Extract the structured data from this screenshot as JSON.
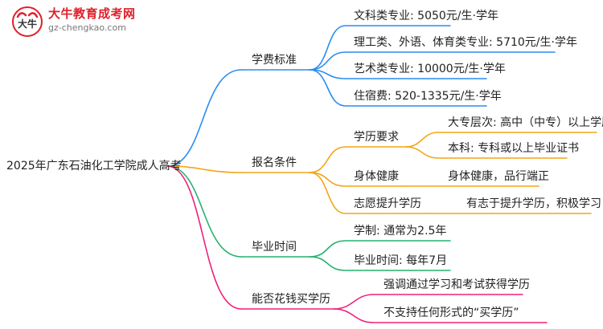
{
  "logo": {
    "mark_text": "大牛",
    "title": "大牛教育成考网",
    "url": "gz-chengkao.com"
  },
  "colors": {
    "blue": "#2b8cf0",
    "orange": "#f2a516",
    "green": "#27b26f",
    "pink": "#f0207a"
  },
  "mindmap": {
    "root": "2025年广东石油化工学院成人高考",
    "branches": [
      {
        "label": "学费标准",
        "children": [
          {
            "label": "文科类专业: 5050元/生·学年"
          },
          {
            "label": "理工类、外语、体育类专业: 5710元/生·学年"
          },
          {
            "label": "艺术类专业: 10000元/生·学年"
          },
          {
            "label": "住宿费: 520-1335元/生·学年"
          }
        ]
      },
      {
        "label": "报名条件",
        "children": [
          {
            "label": "学历要求",
            "children": [
              {
                "label": "大专层次: 高中（中专）以上学历"
              },
              {
                "label": "本科: 专科或以上毕业证书"
              }
            ]
          },
          {
            "label": "身体健康",
            "children": [
              {
                "label": "身体健康，品行端正"
              }
            ]
          },
          {
            "label": "志愿提升学历",
            "children": [
              {
                "label": "有志于提升学历，积极学习"
              }
            ]
          }
        ]
      },
      {
        "label": "毕业时间",
        "children": [
          {
            "label": "学制: 通常为2.5年"
          },
          {
            "label": "毕业时间: 每年7月"
          }
        ]
      },
      {
        "label": "能否花钱买学历",
        "children": [
          {
            "label": "强调通过学习和考试获得学历"
          },
          {
            "label": "不支持任何形式的“买学历”"
          }
        ]
      }
    ]
  }
}
